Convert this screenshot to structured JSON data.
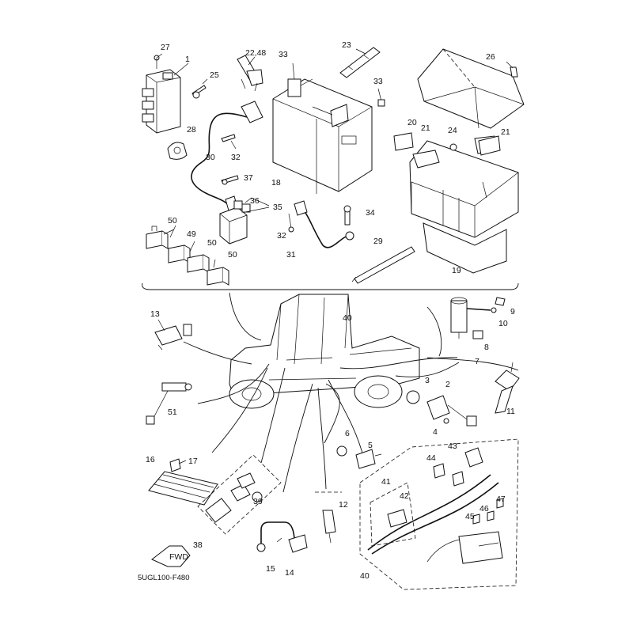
{
  "diagram": {
    "code": "5UGL100-F480",
    "fwd_label": "FWD",
    "callouts": [
      "27",
      "1",
      "25",
      "22,48",
      "33",
      "23",
      "26",
      "33",
      "20",
      "28",
      "32",
      "30",
      "21",
      "24",
      "21",
      "37",
      "18",
      "36",
      "35",
      "34",
      "50",
      "49",
      "50",
      "50",
      "32",
      "31",
      "29",
      "19",
      "13",
      "40",
      "9",
      "10",
      "8",
      "7",
      "3",
      "2",
      "11",
      "51",
      "4",
      "6",
      "5",
      "44",
      "43",
      "16",
      "17",
      "41",
      "42",
      "47",
      "39",
      "46",
      "12",
      "45",
      "38",
      "15",
      "14",
      "40"
    ]
  }
}
